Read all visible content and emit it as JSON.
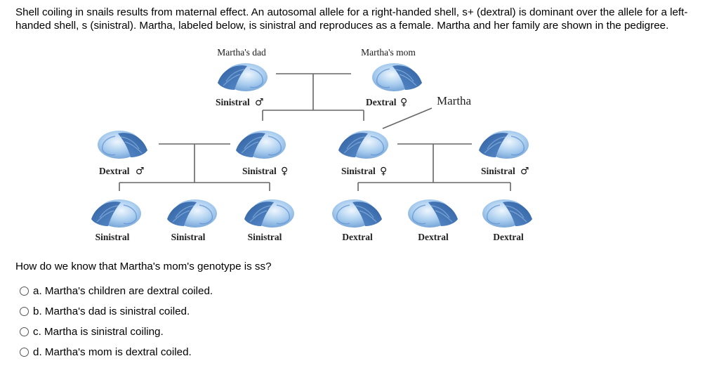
{
  "intro": "Shell coiling in snails results from maternal effect. An autosomal allele for a right-handed shell, s+ (dextral) is dominant over the allele for a left-handed shell, s (sinistral). Martha, labeled below, is sinistral and reproduces as a female. Martha and her family are shown in the pedigree.",
  "pedigree": {
    "header_left": "Martha's dad",
    "header_right": "Martha's mom",
    "martha_label": "Martha",
    "male_symbol": "♂",
    "female_symbol": "♀",
    "gen1": [
      {
        "label": "Sinistral",
        "sex": "♂",
        "coil": "left"
      },
      {
        "label": "Dextral",
        "sex": "♀",
        "coil": "right"
      }
    ],
    "gen2": [
      {
        "label": "Dextral",
        "sex": "♂",
        "coil": "right"
      },
      {
        "label": "Sinistral",
        "sex": "♀",
        "coil": "left"
      },
      {
        "label": "Sinistral",
        "sex": "♀",
        "coil": "left"
      },
      {
        "label": "Sinistral",
        "sex": "♂",
        "coil": "left"
      }
    ],
    "gen3": [
      {
        "label": "Sinistral",
        "coil": "left"
      },
      {
        "label": "Sinistral",
        "coil": "left"
      },
      {
        "label": "Sinistral",
        "coil": "left"
      },
      {
        "label": "Dextral",
        "coil": "right"
      },
      {
        "label": "Dextral",
        "coil": "right"
      },
      {
        "label": "Dextral",
        "coil": "right"
      }
    ]
  },
  "question": "How do we know that Martha's mom's genotype is ss?",
  "options": [
    "a. Martha's children are dextral coiled.",
    "b. Martha's dad is sinistral coiled.",
    "c. Martha is sinistral coiling.",
    "d. Martha's mom is dextral coiled."
  ],
  "colors": {
    "shell_dark": "#3f6fae",
    "shell_light": "#a9cdef",
    "shell_white": "#eef6fd"
  }
}
